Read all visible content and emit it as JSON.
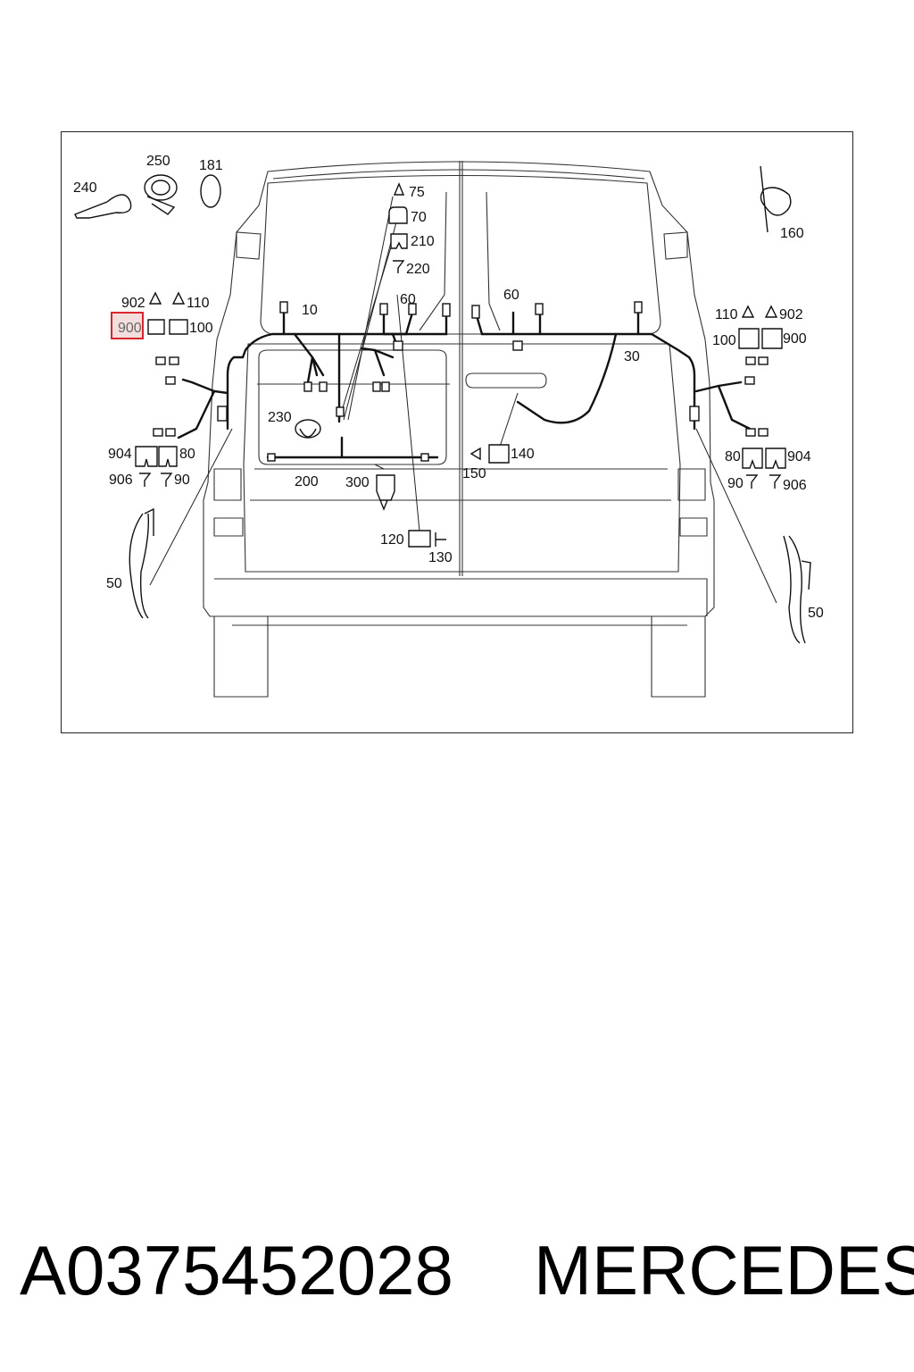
{
  "diagram": {
    "labels": {
      "l240": "240",
      "l250": "250",
      "l181": "181",
      "l160": "160",
      "l75": "75",
      "l70": "70",
      "l210": "210",
      "l220": "220",
      "l10": "10",
      "l60a": "60",
      "l60b": "60",
      "l30": "30",
      "l902a": "902",
      "l110a": "110",
      "l900a": "900",
      "l100a": "100",
      "l110b": "110",
      "l902b": "902",
      "l100b": "100",
      "l900b": "900",
      "l904a": "904",
      "l80a": "80",
      "l906a": "906",
      "l90a": "90",
      "l80b": "80",
      "l904b": "904",
      "l90b": "90",
      "l906b": "906",
      "l230": "230",
      "l200": "200",
      "l300": "300",
      "l140": "140",
      "l150": "150",
      "l120": "120",
      "l130": "130",
      "l50a": "50",
      "l50b": "50"
    },
    "highlighted_label": "l900a",
    "colors": {
      "line": "#222222",
      "highlight": "#d9262e",
      "highlight_fill": "#f3dede"
    }
  },
  "footer": {
    "part_number": "A0375452028",
    "brand": "MERCEDES"
  }
}
